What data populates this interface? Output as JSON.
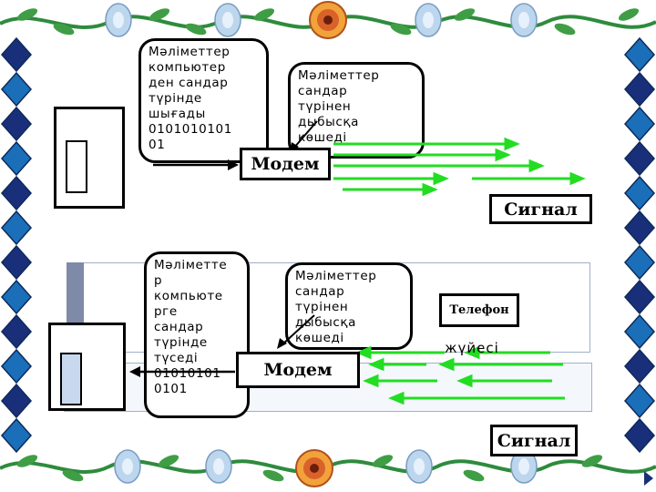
{
  "diagram": {
    "top": {
      "bubble_computer": "Мәліметтер\nкомпьютер\nден сандар\nтүрінде\nшығады\n0101010101\n01",
      "bubble_signal": "Мәліметтер\nсандар\nтүрінен\nдыбысқа\nкөшеді",
      "modem_label": "Модем",
      "signal_label": "Сигнал"
    },
    "bottom": {
      "bubble_computer": "Мәліметте\nр\nкомпьюте\nрге\nсандар\nтүрінде\nтүседі\n01010101\n0101",
      "bubble_signal": "Мәліметтер\nсандар\nтүрінен\nдыбысқа\nкөшеді",
      "modem_label": "Модем",
      "phone_box_label": "Телефон",
      "phone_system_label": "жүйесі",
      "signal_label": "Сигнал"
    }
  },
  "colors": {
    "arrow_green": "#22dd22",
    "arrow_black": "#000000",
    "diamond_blue": "#1a6fb8",
    "diamond_navy": "#1a2f7a",
    "vine_green": "#2e8b3d",
    "flower_blue": "#bcd6ee",
    "flower_orange": "#d9622b",
    "panel_bar": "#7f8aa8"
  },
  "icons": [
    "diamond-icon",
    "flower-icon",
    "leaf-vine-icon",
    "play-triangle-icon"
  ]
}
